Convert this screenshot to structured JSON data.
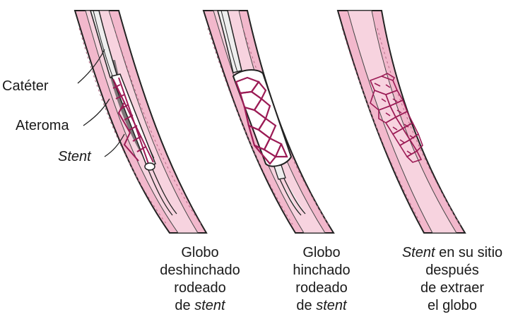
{
  "labels": {
    "cateter": "Catéter",
    "ateroma": "Ateroma",
    "stent": "Stent"
  },
  "captions": {
    "panel1": {
      "l1": "Globo",
      "l2": "deshinchado",
      "l3": "rodeado",
      "l4_pre": "de ",
      "l4_em": "stent"
    },
    "panel2": {
      "l1": "Globo",
      "l2": "hinchado",
      "l3": "rodeado",
      "l4_pre": "de ",
      "l4_em": "stent"
    },
    "panel3": {
      "l1_em": "Stent",
      "l1_post": " en su sitio",
      "l2": "después",
      "l3": "de extraer",
      "l4": "el globo"
    }
  },
  "colors": {
    "vessel_wall": "#f2b8cc",
    "vessel_lumen": "#f7d3df",
    "stent": "#9b1b55",
    "outline": "#222222",
    "atheroma": "#333333"
  }
}
